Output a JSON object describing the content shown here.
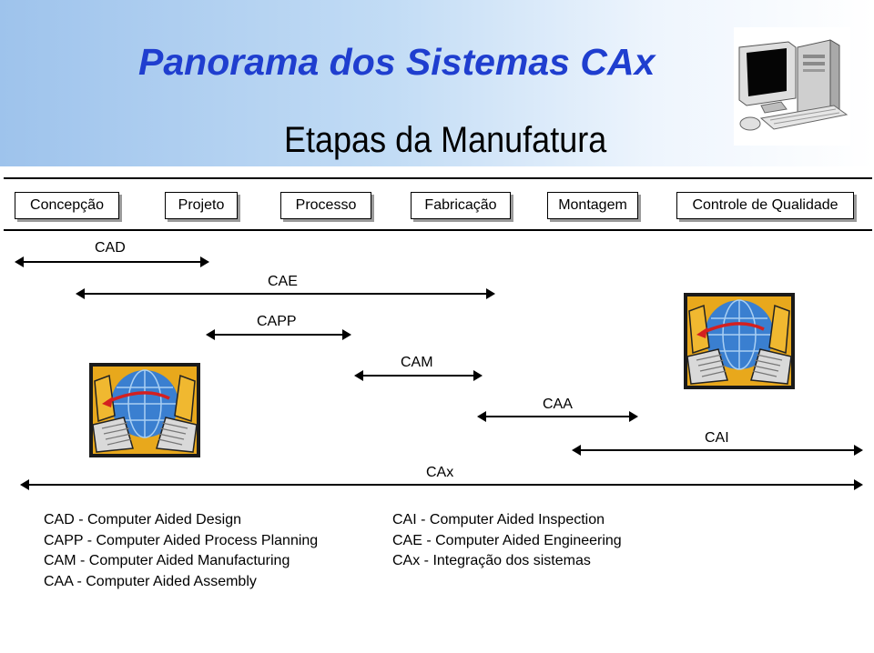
{
  "header": {
    "title": "Panorama dos Sistemas CAx",
    "subtitle": "Etapas da Manufatura"
  },
  "stages": [
    "Concepção",
    "Projeto",
    "Processo",
    "Fabricação",
    "Montagem",
    "Controle de Qualidade"
  ],
  "timeline": [
    {
      "label": "CAD"
    },
    {
      "label": "CAE"
    },
    {
      "label": "CAPP"
    },
    {
      "label": "CAM"
    },
    {
      "label": "CAA"
    },
    {
      "label": "CAI"
    },
    {
      "label": "CAx"
    }
  ],
  "legend": {
    "left": [
      "CAD - Computer Aided Design",
      "CAPP - Computer Aided Process Planning",
      "CAM - Computer Aided Manufacturing",
      "CAA - Computer Aided Assembly"
    ],
    "right": [
      "CAI - Computer Aided Inspection",
      "CAE - Computer Aided Engineering",
      "CAx - Integração dos sistemas"
    ]
  },
  "images": [
    "computer-clipart-icon",
    "network-computers-icon"
  ],
  "colors": {
    "title": "#1f3ecf",
    "header_gradient_start": "#9ec3ec",
    "clipart_frame": "#1a1a1a",
    "clipart_background": "#e8a81c",
    "globe": "#3a7fd0",
    "exchange_arrow": "#d42020"
  }
}
